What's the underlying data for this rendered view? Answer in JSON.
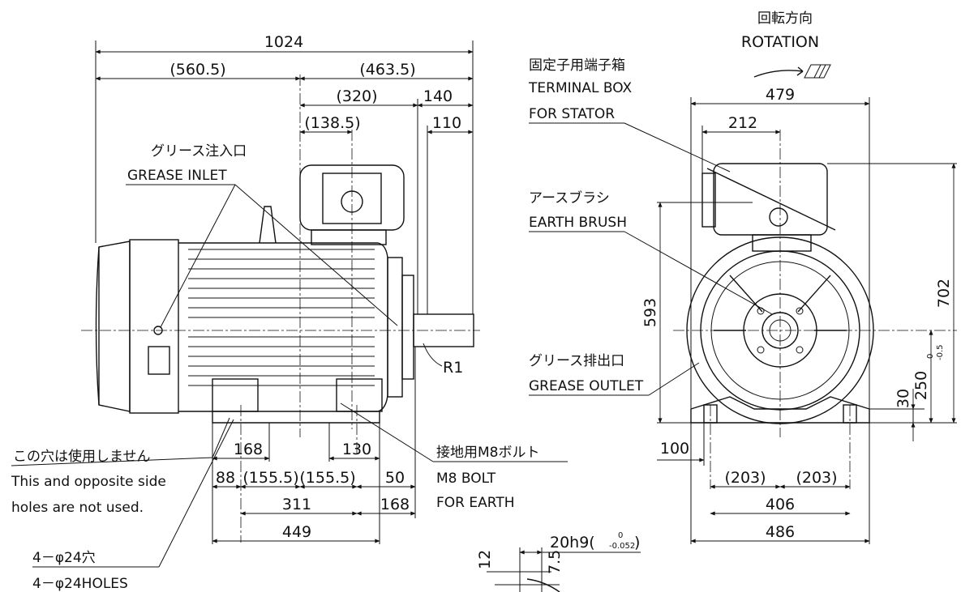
{
  "dimensions": {
    "overall_length": "1024",
    "left_part": "(560.5)",
    "right_part": "(463.5)",
    "d320": "(320)",
    "d140": "140",
    "d110": "110",
    "d138_5": "(138.5)",
    "d168_upper": "168",
    "d130": "130",
    "d88": "88",
    "d155_5_left": "(155.5)",
    "d155_5_right": "(155.5)",
    "d50": "50",
    "d311": "311",
    "d168_lower": "168",
    "d449": "449",
    "r1": "R1",
    "width_479": "479",
    "d212": "212",
    "height_593": "593",
    "height_702": "702",
    "d30": "30",
    "shaft_height": "250",
    "shaft_height_tol_upper": "0",
    "shaft_height_tol_lower": "-0.5",
    "d100": "100",
    "d203_left": "(203)",
    "d203_right": "(203)",
    "d406": "406",
    "d486": "486",
    "key_width": "20h9(",
    "key_tol_upper": "0",
    "key_tol_lower": "-0.052",
    "key_close": ")",
    "d12": "12",
    "d7_5": "7.5"
  },
  "labels": {
    "rotation_jp": "回転方向",
    "rotation_en": "ROTATION",
    "terminal_box_jp": "固定子用端子箱",
    "terminal_box_en1": "TERMINAL BOX",
    "terminal_box_en2": "FOR STATOR",
    "grease_inlet_jp": "グリース注入口",
    "grease_inlet_en": "GREASE INLET",
    "earth_brush_jp": "アースブラシ",
    "earth_brush_en": "EARTH BRUSH",
    "grease_outlet_jp": "グリース排出口",
    "grease_outlet_en": "GREASE OUTLET",
    "earth_bolt_jp": "接地用M8ボルト",
    "earth_bolt_en1": "M8 BOLT",
    "earth_bolt_en2": "FOR EARTH",
    "holes_note_jp": "この穴は使用しません",
    "holes_note_en1": "This and opposite side",
    "holes_note_en2": "holes are not used.",
    "holes_jp": "4－φ24穴",
    "holes_en": "4－φ24HOLES"
  }
}
